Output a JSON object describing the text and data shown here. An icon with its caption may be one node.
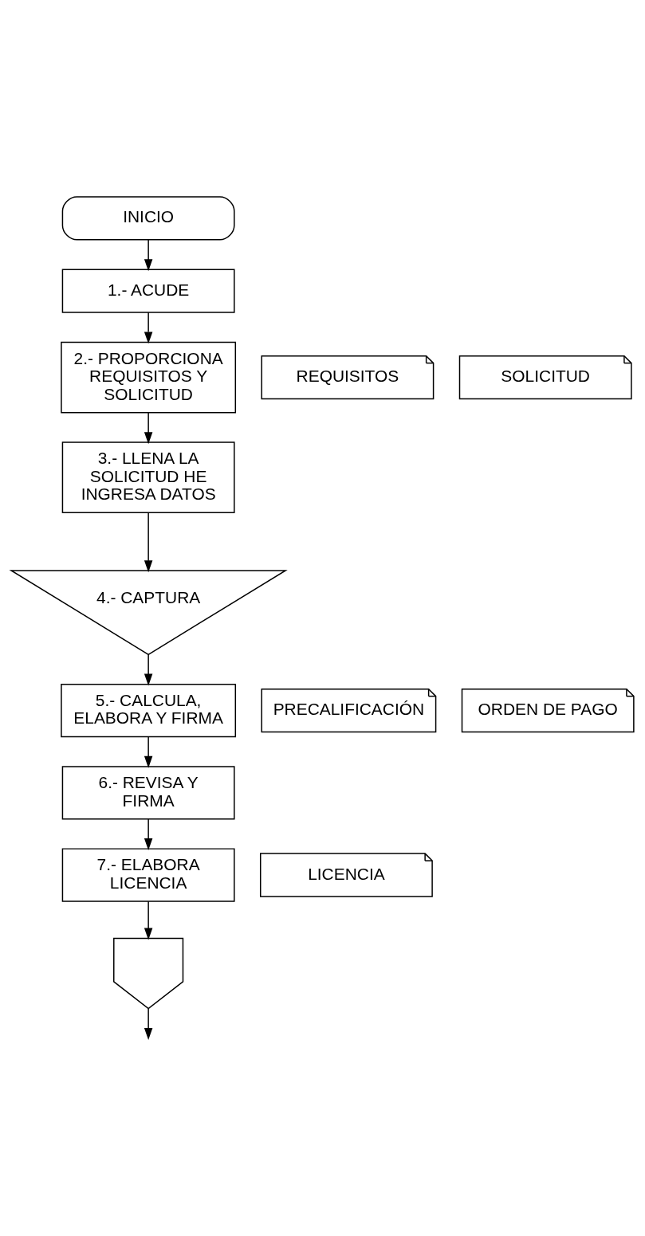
{
  "diagram": {
    "nodes": [
      {
        "text": [
          "INICIO"
        ]
      },
      {
        "text": [
          "1.- ACUDE"
        ]
      },
      {
        "text": [
          "2.- PROPORCIONA REQUISITOS Y SOLICITUD"
        ]
      },
      {
        "text": [
          "REQUISITOS"
        ]
      },
      {
        "text": [
          "SOLICITUD"
        ]
      },
      {
        "text": [
          "3.- LLENA LA SOLICITUD HE INGRESA DATOS"
        ]
      },
      {
        "text": [
          "4.- CAPTURA"
        ]
      },
      {
        "text": [
          "5.- CALCULA, ELABORA Y FIRMA"
        ]
      },
      {
        "text": [
          "PRECALIFICACIÓN"
        ]
      },
      {
        "text": [
          "ORDEN DE PAGO"
        ]
      },
      {
        "text": [
          "6.- REVISA Y FIRMA"
        ]
      },
      {
        "text": [
          "7.- ELABORA LICENCIA"
        ]
      },
      {
        "text": [
          "LICENCIA"
        ]
      },
      {
        "text": [],
        "shape": "pentagon"
      }
    ],
    "edges": [
      {
        "from": 0,
        "to": 1,
        "arrow": "to"
      },
      {
        "from": 1,
        "to": 2,
        "arrow": "to"
      },
      {
        "from": 2,
        "to": 5,
        "arrow": "to"
      },
      {
        "from": 5,
        "to": 6,
        "arrow": "to"
      },
      {
        "from": 6,
        "to": 7,
        "arrow": "to"
      },
      {
        "from": 7,
        "to": 10,
        "arrow": "to"
      },
      {
        "from": 10,
        "to": 11,
        "arrow": "to"
      },
      {
        "from": 11,
        "to": 13,
        "arrow": "to"
      },
      {
        "from": 13,
        "to": null,
        "arrow": "to"
      }
    ]
  }
}
